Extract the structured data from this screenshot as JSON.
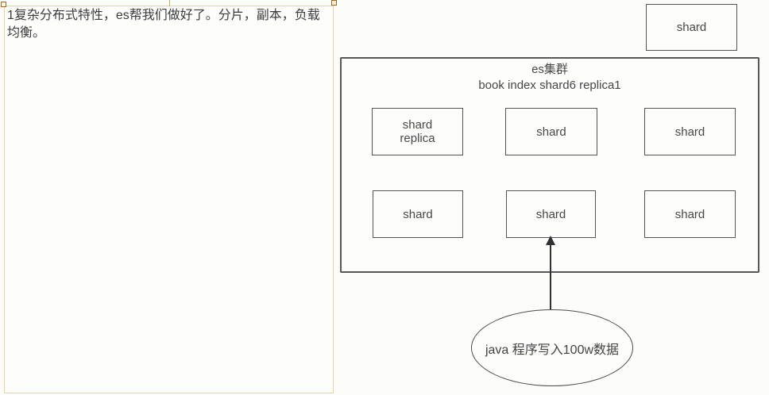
{
  "note": {
    "text": "1复杂分布式特性，es帮我们做好了。分片，副本，负载均衡。"
  },
  "standalone_shard": {
    "label": "shard"
  },
  "cluster": {
    "title_line1": "es集群",
    "title_line2": "book index shard6 replica1",
    "shards": [
      {
        "label": "shard\nreplica"
      },
      {
        "label": "shard"
      },
      {
        "label": "shard"
      },
      {
        "label": "shard"
      },
      {
        "label": "shard"
      },
      {
        "label": "shard"
      }
    ]
  },
  "writer": {
    "label": "java 程序写入100w数据"
  },
  "colors": {
    "canvas_bg": "#fcfdf9",
    "shape_border": "#545454",
    "shape_text": "#474747",
    "note_border": "#ead2a0",
    "selection_handle_border": "#a0671f",
    "arrow": "#303030"
  }
}
